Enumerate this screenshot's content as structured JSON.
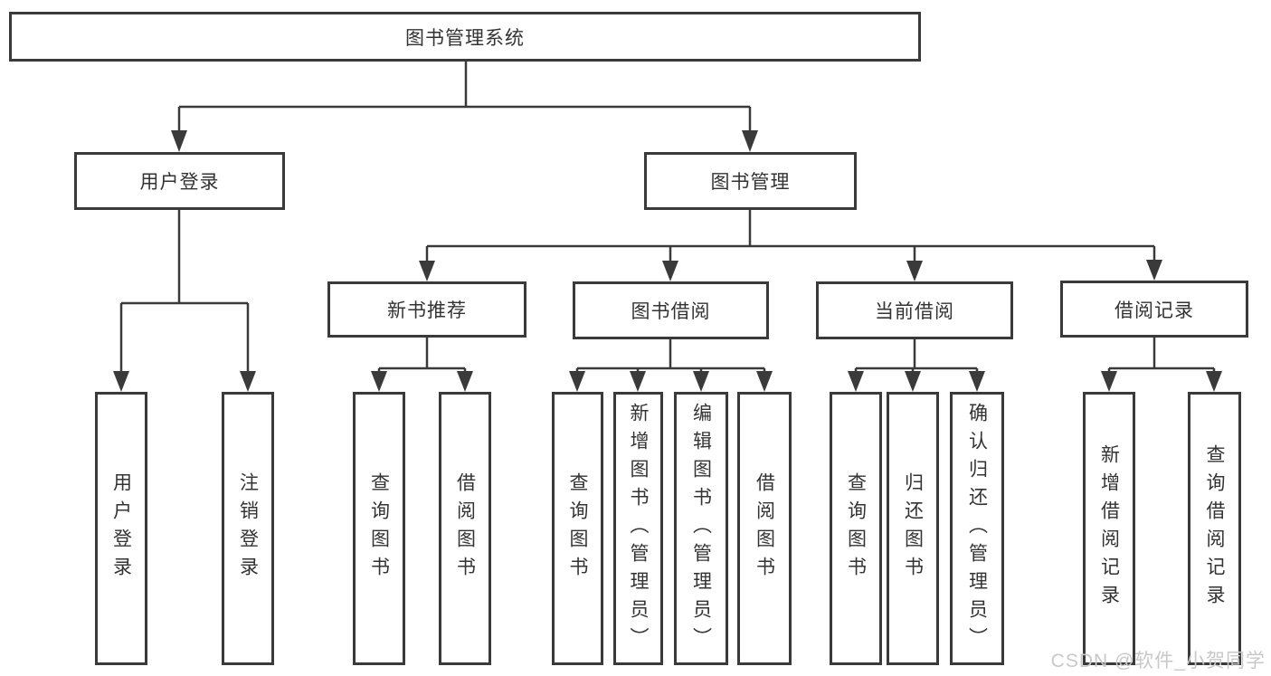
{
  "diagram": {
    "tree": {
      "label": "图书管理系统",
      "children": [
        {
          "label": "用户登录",
          "children": [
            {
              "label": "用户登录"
            },
            {
              "label": "注销登录"
            }
          ]
        },
        {
          "label": "图书管理",
          "children": [
            {
              "label": "新书推荐",
              "children": [
                {
                  "label": "查询图书"
                },
                {
                  "label": "借阅图书"
                }
              ]
            },
            {
              "label": "图书借阅",
              "children": [
                {
                  "label": "查询图书"
                },
                {
                  "label": "新增图书（管理员）"
                },
                {
                  "label": "编辑图书（管理员）"
                },
                {
                  "label": "借阅图书"
                }
              ]
            },
            {
              "label": "当前借阅",
              "children": [
                {
                  "label": "查询图书"
                },
                {
                  "label": "归还图书"
                },
                {
                  "label": "确认归还（管理员）"
                }
              ]
            },
            {
              "label": "借阅记录",
              "children": [
                {
                  "label": "新增借阅记录"
                },
                {
                  "label": "查询借阅记录"
                }
              ]
            }
          ]
        }
      ]
    }
  },
  "watermark": "CSDN @软件_小贺同学",
  "colors": {
    "line": "#3a3a3a",
    "node-border": "#3a3a3a",
    "node-text": "#333333",
    "watermark": "#c8c8c8",
    "background": "#ffffff"
  }
}
